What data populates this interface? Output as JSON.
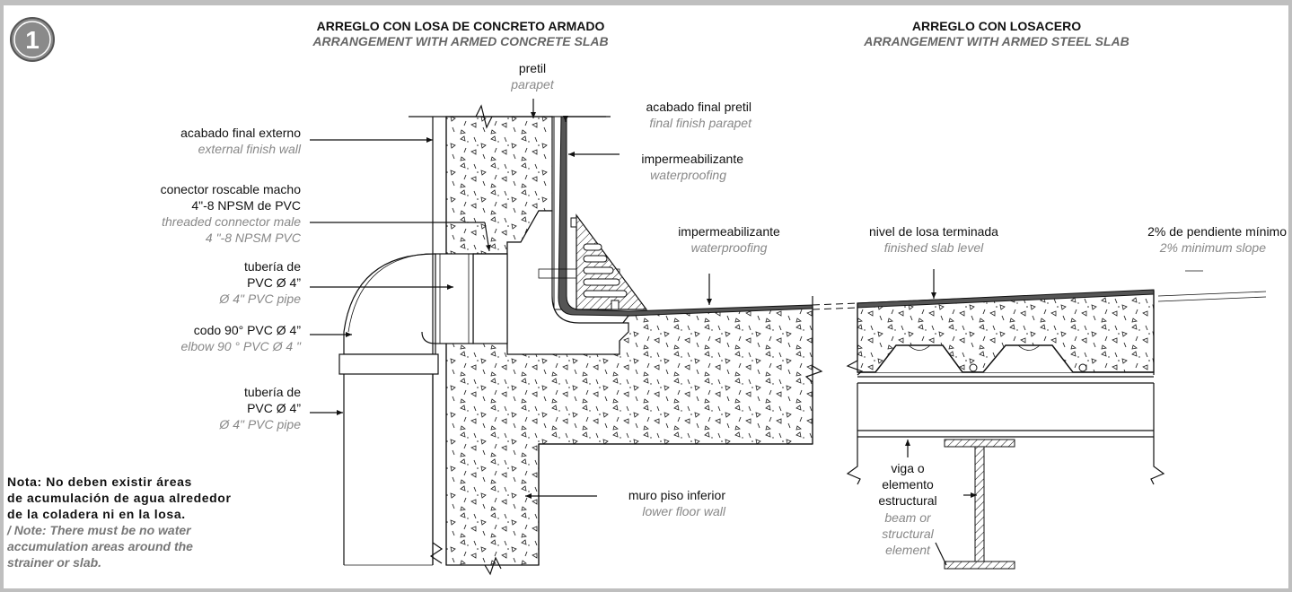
{
  "badge": {
    "number": "1",
    "fill": "#8a8a8a"
  },
  "colors": {
    "frame": "#bfbfbf",
    "ink": "#111111",
    "translation": "#888888",
    "concrete": "#f4f4f4"
  },
  "left_title": {
    "es": "ARREGLO CON LOSA DE CONCRETO ARMADO",
    "en": "ARRANGEMENT WITH ARMED CONCRETE SLAB"
  },
  "right_title": {
    "es": "ARREGLO CON LOSACERO",
    "en": "ARRANGEMENT WITH ARMED STEEL SLAB"
  },
  "labels": {
    "pretil": {
      "es": "pretil",
      "en": "parapet"
    },
    "acabado_pretil": {
      "es": "acabado final pretil",
      "en": "final finish parapet"
    },
    "imper_top": {
      "es": "impermeabilizante",
      "en": "waterproofing"
    },
    "acabado_externo": {
      "es": "acabado final externo",
      "en": "external finish wall"
    },
    "conector": {
      "es1": "conector roscable macho",
      "es2": "4\"-8 NPSM de PVC",
      "en1": "threaded connector male",
      "en2": "4 \"-8 NPSM PVC"
    },
    "tuberia_top": {
      "es1": "tubería de",
      "es2": "PVC Ø 4”",
      "en": "Ø 4\" PVC pipe"
    },
    "codo": {
      "es": "codo 90° PVC Ø 4”",
      "en": "elbow 90 ° PVC Ø 4 \""
    },
    "tuberia_bottom": {
      "es1": "tubería de",
      "es2": "PVC Ø 4”",
      "en": "Ø 4\" PVC pipe"
    },
    "imper_slab": {
      "es": "impermeabilizante",
      "en": "waterproofing"
    },
    "nivel_losa": {
      "es": "nivel de losa terminada",
      "en": "finished slab level"
    },
    "pendiente": {
      "es": "2% de pendiente mínimo",
      "en": "2% minimum slope"
    },
    "muro": {
      "es": "muro piso inferior",
      "en": "lower floor wall"
    },
    "viga": {
      "es1": "viga o",
      "es2": "elemento",
      "es3": "estructural",
      "en1": "beam or",
      "en2": "structural",
      "en3": "element"
    }
  },
  "note": {
    "es1": "Nota: No deben existir áreas",
    "es2": "de acumulación de agua alrededor",
    "es3": "de la coladera ni en la losa.",
    "en1": "/ Note: There must be no water",
    "en2": "accumulation areas around the",
    "en3": "strainer or slab."
  }
}
